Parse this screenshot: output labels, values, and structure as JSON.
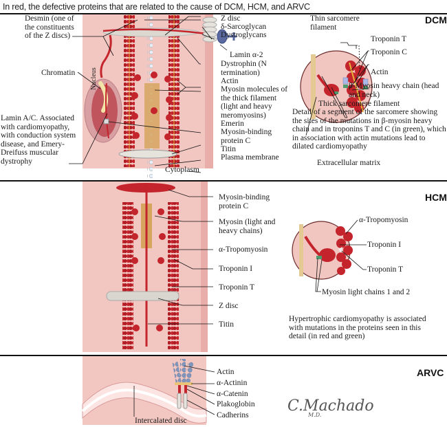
{
  "caption": "In red, the defective proteins that are related to the cause of DCM, HCM, and ARVC",
  "colors": {
    "cell_bg": "#f3c6c1",
    "membrane": "#e9aeaa",
    "protein_red": "#c4242b",
    "zdisc_gray": "#d9d6cf",
    "myosin_tan": "#d7a560",
    "troponin_green": "#4f9a6f",
    "actin_blue": "#7d8fb3"
  },
  "dcm": {
    "tag": "DCM",
    "labels": {
      "desmin": "Desmin (one of the constituents of the Z discs)",
      "chromatin": "Chromatin",
      "nucleus": "Nucleus",
      "lamin": "Lamin A/C. Associated with cardiomyopathy, with conduction system disease, and Emery-Dreifuss muscular dystrophy",
      "cytoplasm": "Cytoplasm",
      "z_disc": "Z disc",
      "sarcoglycan": "δ-Sarcoglycan",
      "dystroglycans": "Dystroglycans",
      "lamin_a2": "Lamin α-2",
      "dystrophin": "Dystrophin (N termination)",
      "actin": "Actin",
      "myosin": "Myosin molecules of the thick filament (light and heavy meromyosins)",
      "emerin": "Emerin",
      "mybpc": "Myosin-binding protein C",
      "titin": "Titin",
      "plasma_membrane": "Plasma membrane"
    },
    "detail": {
      "thin_filament": "Thin sarcomere filament",
      "troponin_t": "Troponin T",
      "troponin_c": "Troponin C",
      "actin": "Actin",
      "beta_myosin": "β-Myosin heavy chain (head and neck)",
      "thick_filament": "Thick sarcomere filament",
      "description": "Detail of a segment of the sarcomere showing the sites of the mutations in β-myosin heavy chain and in troponins T and C (in green), which in association with actin mutations lead to dilated cardiomyopathy",
      "extracellular": "Extracellular matrix"
    }
  },
  "hcm": {
    "tag": "HCM",
    "labels": {
      "mybpc": "Myosin-binding protein C",
      "myosin": "Myosin (light and heavy chains)",
      "tropomyosin": "α-Tropomyosin",
      "troponin_i": "Troponin I",
      "troponin_t": "Troponin T",
      "z_disc": "Z disc",
      "titin": "Titin"
    },
    "detail": {
      "tropomyosin": "α-Tropomyosin",
      "troponin_i": "Troponin I",
      "troponin_t": "Troponin T",
      "light_chains": "Myosin light chains 1 and 2",
      "description": "Hypertrophic cardiomyopathy is associated with mutations in the proteins seen in this detail (in red and green)"
    }
  },
  "arvc": {
    "tag": "ARVC",
    "labels": {
      "actin": "Actin",
      "actinin": "α-Actinin",
      "catenin": "α-Catenin",
      "plakoglobin": "Plakoglobin",
      "cadherins": "Cadherins",
      "intercalated": "Intercalated disc"
    },
    "signature": "C.Machado",
    "signature_suffix": "M.D."
  }
}
